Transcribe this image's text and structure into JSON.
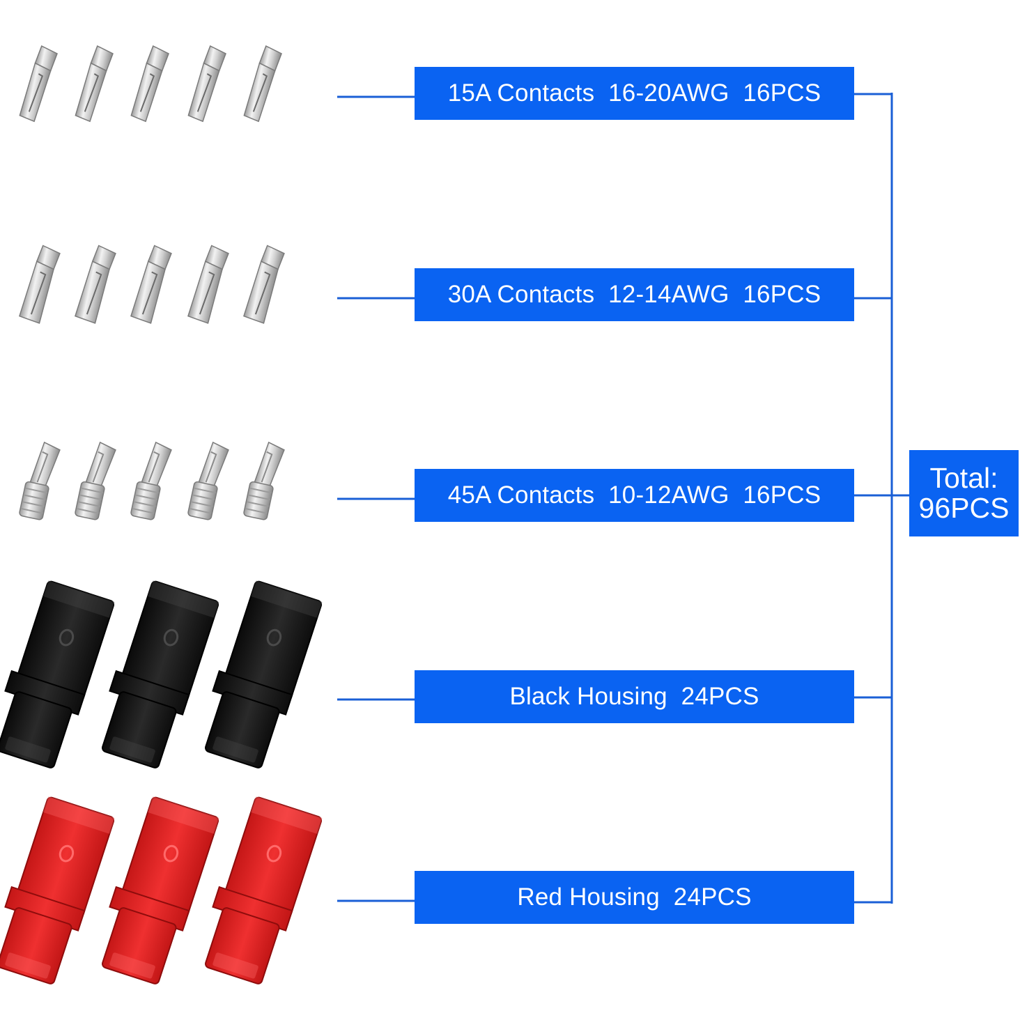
{
  "colors": {
    "accent_blue": "#0a63f2",
    "connector_line": "#1a5fd6",
    "metal_light": "#e8e8e8",
    "metal_dark": "#8e8e8e",
    "housing_black": "#151515",
    "housing_red": "#e01f1f"
  },
  "items": [
    {
      "label": "15A Contacts  16-20AWG  16PCS",
      "part": "15A contact",
      "count_shown": 5
    },
    {
      "label": "30A Contacts  12-14AWG  16PCS",
      "part": "30A contact",
      "count_shown": 5
    },
    {
      "label": "45A Contacts  10-12AWG  16PCS",
      "part": "45A contact",
      "count_shown": 5
    },
    {
      "label": "Black Housing  24PCS",
      "part": "black housing",
      "count_shown": 3
    },
    {
      "label": "Red Housing  24PCS",
      "part": "red housing",
      "count_shown": 3
    }
  ],
  "total": {
    "line1": "Total:",
    "line2": "96PCS"
  }
}
